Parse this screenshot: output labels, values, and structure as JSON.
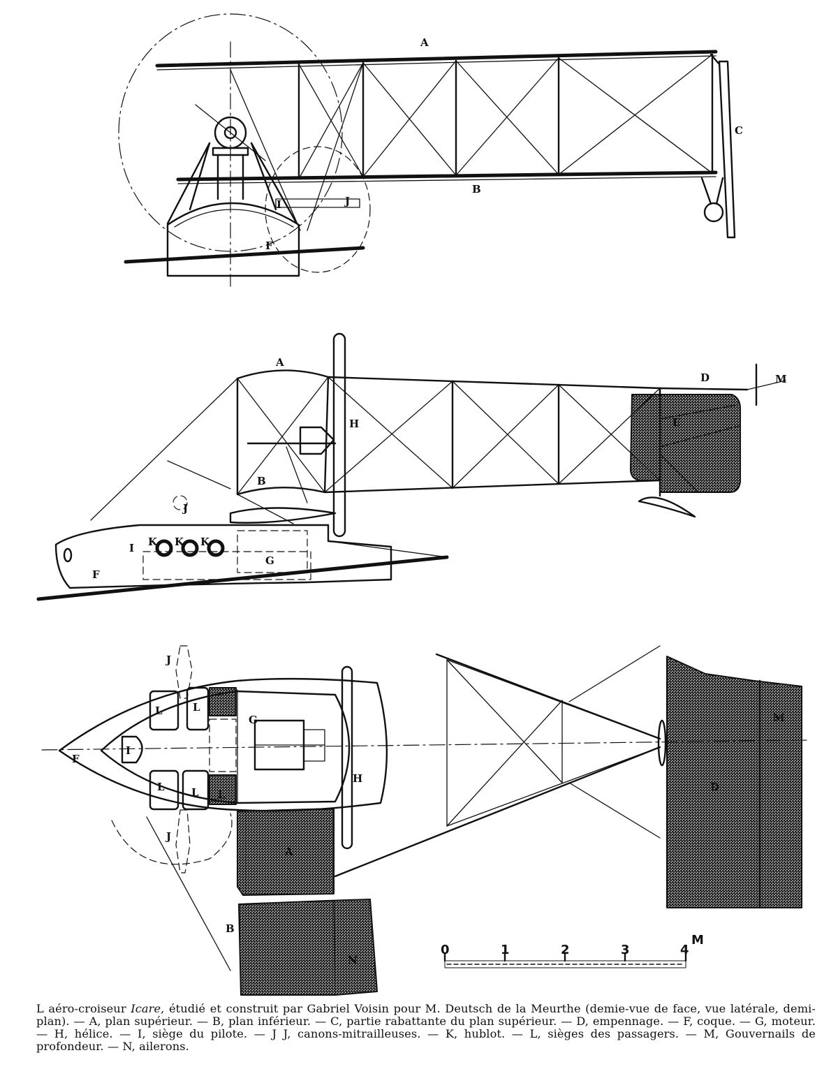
{
  "figure": {
    "front_view_labels": {
      "A": "A",
      "B": "B",
      "C": "C",
      "F": "F",
      "I": "I",
      "J": "J"
    },
    "side_view_labels": {
      "A": "A",
      "B": "B",
      "D": "D",
      "E": "E",
      "F": "F",
      "G": "G",
      "H": "H",
      "I": "I",
      "J": "J",
      "K1": "K",
      "K2": "K",
      "K3": "K",
      "M": "M"
    },
    "plan_view_labels": {
      "A": "A",
      "B": "B",
      "D": "D",
      "F": "F",
      "G": "G",
      "H": "H",
      "I": "I",
      "J1": "J",
      "J2": "J",
      "L1": "L",
      "L2": "L",
      "L3": "L",
      "L4": "L",
      "L5": "L",
      "M": "M",
      "N": "N"
    },
    "scale": {
      "ticks": [
        "0",
        "1",
        "2",
        "3",
        "4"
      ],
      "unit": "M"
    }
  },
  "caption": {
    "part1": "L aéro-croiseur ",
    "italic": "Icare",
    "part2": ", étudié et construit par Gabriel Voisin pour M. Deutsch de la Meurthe (demie-vue de face, vue latérale, demi-plan). — A, plan supérieur. — B, plan inférieur. — C, partie rabattante du plan supérieur. — D, empennage. — F, coque. — G, moteur. — H, hélice. — I, siège du pilote. — J J, canons-mitrailleuses. — K, hublot. — L, sièges des passagers. — M, Gouvernails de profondeur. — N, ailerons."
  }
}
